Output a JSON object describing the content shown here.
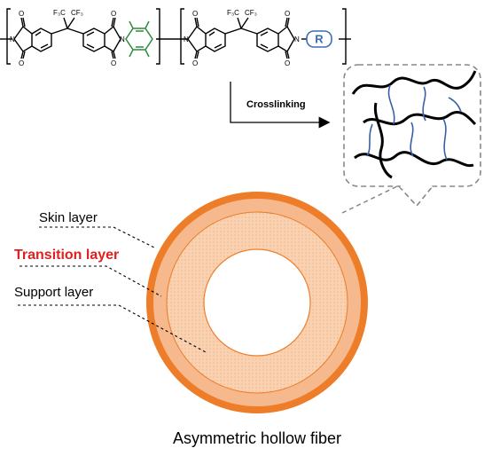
{
  "structure": {
    "unit1_groups": {
      "cf3_left": "F₃C",
      "cf3_right": "CF₃",
      "n_left": "N",
      "n_right": "N",
      "o": "O"
    },
    "unit2_groups": {
      "cf3_left": "F₃C",
      "cf3_right": "CF₃",
      "n_left": "N",
      "n_right": "N",
      "o": "O"
    },
    "r_group": "R",
    "colors": {
      "bond": "#000000",
      "mesityl": "#2e8b3e",
      "r_group": "#3a6fb5"
    }
  },
  "process": {
    "arrow_label": "Crosslinking"
  },
  "inset": {
    "polymer_color": "#000000",
    "crosslink_color": "#3a5fa8",
    "border_color": "#888888"
  },
  "labels": {
    "skin": "Skin layer",
    "transition": "Transition layer",
    "support": "Support layer",
    "transition_color": "#e02020"
  },
  "fiber": {
    "caption": "Asymmetric hollow fiber",
    "skin_color": "#ee7d2a",
    "transition_color": "#f6b98d",
    "support_color": "#fad2b1",
    "bore_color": "#ffffff"
  }
}
